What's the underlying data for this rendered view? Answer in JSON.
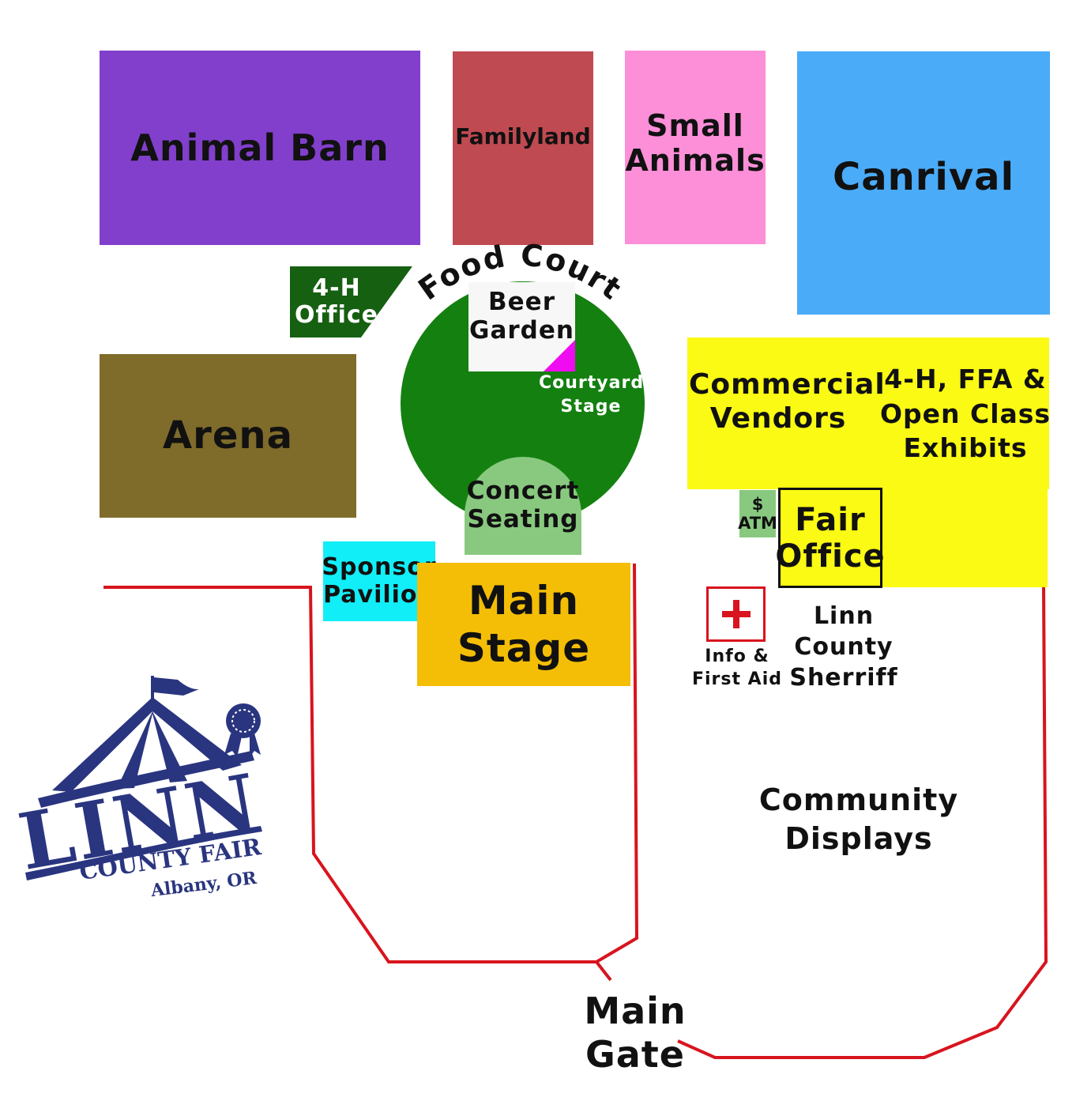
{
  "map_title": "",
  "colors": {
    "animal_barn": "#823fcc",
    "familyland": "#c04a52",
    "small_animals": "#fc8fd8",
    "carnival": "#4aabf8",
    "four_h_office": "#166012",
    "arena": "#7f6b2a",
    "food_court": "#148010",
    "beer_garden": "#f7f7f7",
    "courtyard_stage": "#f00cf0",
    "concert_seating": "#88c97f",
    "commercial_vendors": "#fafa14",
    "atm": "#88c97f",
    "fair_office": "#fafa14",
    "sponsor_pavilion": "#12eef7",
    "main_stage": "#f4be06",
    "fence": "#d8141e",
    "first_aid_cross": "#d8141e",
    "logo": "#2a3580"
  },
  "areas": {
    "animal_barn": "Animal Barn",
    "familyland": "Familyland",
    "small_animals": "Small\nAnimals",
    "carnival": "Canrival",
    "four_h_office": "4-H\nOffice",
    "arena": "Arena",
    "food_court": "Food Court",
    "beer_garden": "Beer\nGarden",
    "courtyard_stage": "Courtyard\nStage",
    "concert_seating": "Concert\nSeating",
    "commercial_vendors": "Commercial\nVendors",
    "exhibits": "4-H, FFA &\nOpen Class\nExhibits",
    "atm_symbol": "$",
    "atm": "ATM",
    "fair_office": "Fair\nOffice",
    "sponsor_pavilion": "Sponsor\nPavilion",
    "main_stage": "Main\nStage",
    "info_first_aid": "Info &\nFirst Aid",
    "sheriff": "Linn County\nSherriff",
    "community_displays": "Community\nDisplays",
    "main_gate": "Main Gate"
  },
  "logo": {
    "brand": "LINN",
    "tagline": "COUNTY FAIR",
    "location": "Albany, OR",
    "icons": [
      "circus-tent-icon",
      "flag-icon",
      "ribbon-icon"
    ]
  }
}
